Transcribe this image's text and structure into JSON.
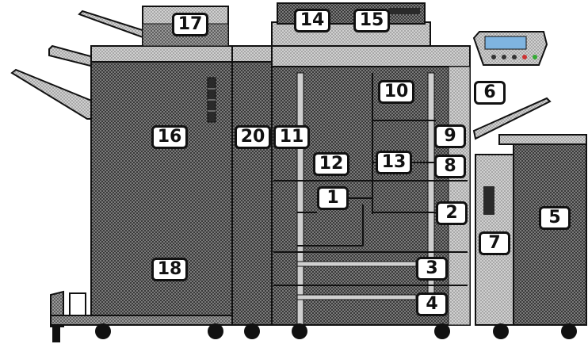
{
  "figure": {
    "callouts": [
      {
        "id": "c1",
        "label": "1"
      },
      {
        "id": "c2",
        "label": "2"
      },
      {
        "id": "c3",
        "label": "3"
      },
      {
        "id": "c4",
        "label": "4"
      },
      {
        "id": "c5",
        "label": "5"
      },
      {
        "id": "c6",
        "label": "6"
      },
      {
        "id": "c7",
        "label": "7"
      },
      {
        "id": "c8",
        "label": "8"
      },
      {
        "id": "c9",
        "label": "9"
      },
      {
        "id": "c10",
        "label": "10"
      },
      {
        "id": "c11",
        "label": "11"
      },
      {
        "id": "c12",
        "label": "12"
      },
      {
        "id": "c13",
        "label": "13"
      },
      {
        "id": "c14",
        "label": "14"
      },
      {
        "id": "c15",
        "label": "15"
      },
      {
        "id": "c16",
        "label": "16"
      },
      {
        "id": "c17",
        "label": "17"
      },
      {
        "id": "c18",
        "label": "18"
      },
      {
        "id": "c20",
        "label": "20"
      }
    ],
    "colors": {
      "outline": "#111111",
      "body_dark": "#5a5a5a",
      "body_mid": "#8a8a8a",
      "body_light": "#d8d8d8",
      "panel_blue": "#7fb4e0"
    }
  }
}
